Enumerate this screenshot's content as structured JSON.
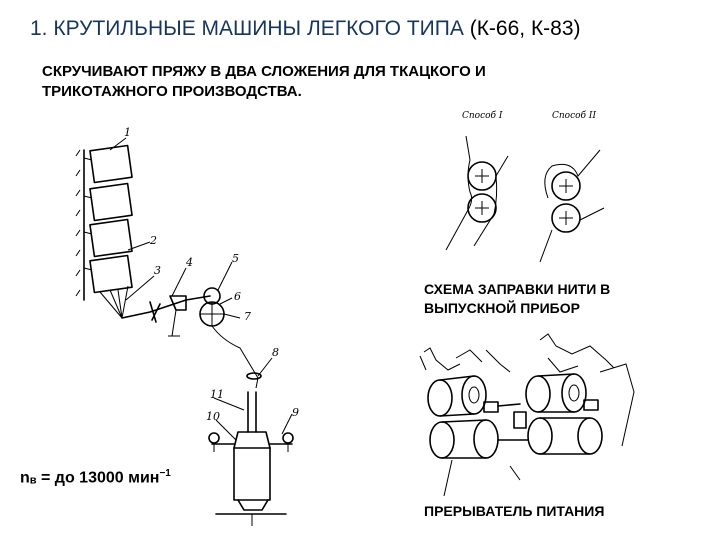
{
  "title": {
    "main": "1. КРУТИЛЬНЫЕ МАШИНЫ ЛЕГКОГО ТИПА",
    "models": "(К-66, К-83)"
  },
  "subtitle": {
    "line1": "СКРУЧИВАЮТ ПРЯЖУ В ДВА СЛОЖЕНИЯ ДЛЯ ТКАЦКОГО И",
    "line2": "ТРИКОТАЖНОГО ПРОИЗВОДСТВА."
  },
  "left_diagram": {
    "callouts": [
      "1",
      "2",
      "3",
      "4",
      "5",
      "6",
      "7",
      "8",
      "9",
      "10",
      "11"
    ]
  },
  "threading_scheme": {
    "method1": "Способ I",
    "method2": "Способ II",
    "caption_line1": "СХЕМА ЗАПРАВКИ НИТИ В",
    "caption_line2": "ВЫПУСКНОЙ ПРИБОР"
  },
  "feed_breaker": {
    "caption": "ПРЕРЫВАТЕЛЬ ПИТАНИЯ"
  },
  "formula": {
    "symbol": "n",
    "subscript": "в",
    "text": "= до 13000 мин",
    "exponent": "−1"
  },
  "colors": {
    "title_main": "#17365d",
    "text": "#000000",
    "background": "#ffffff"
  }
}
